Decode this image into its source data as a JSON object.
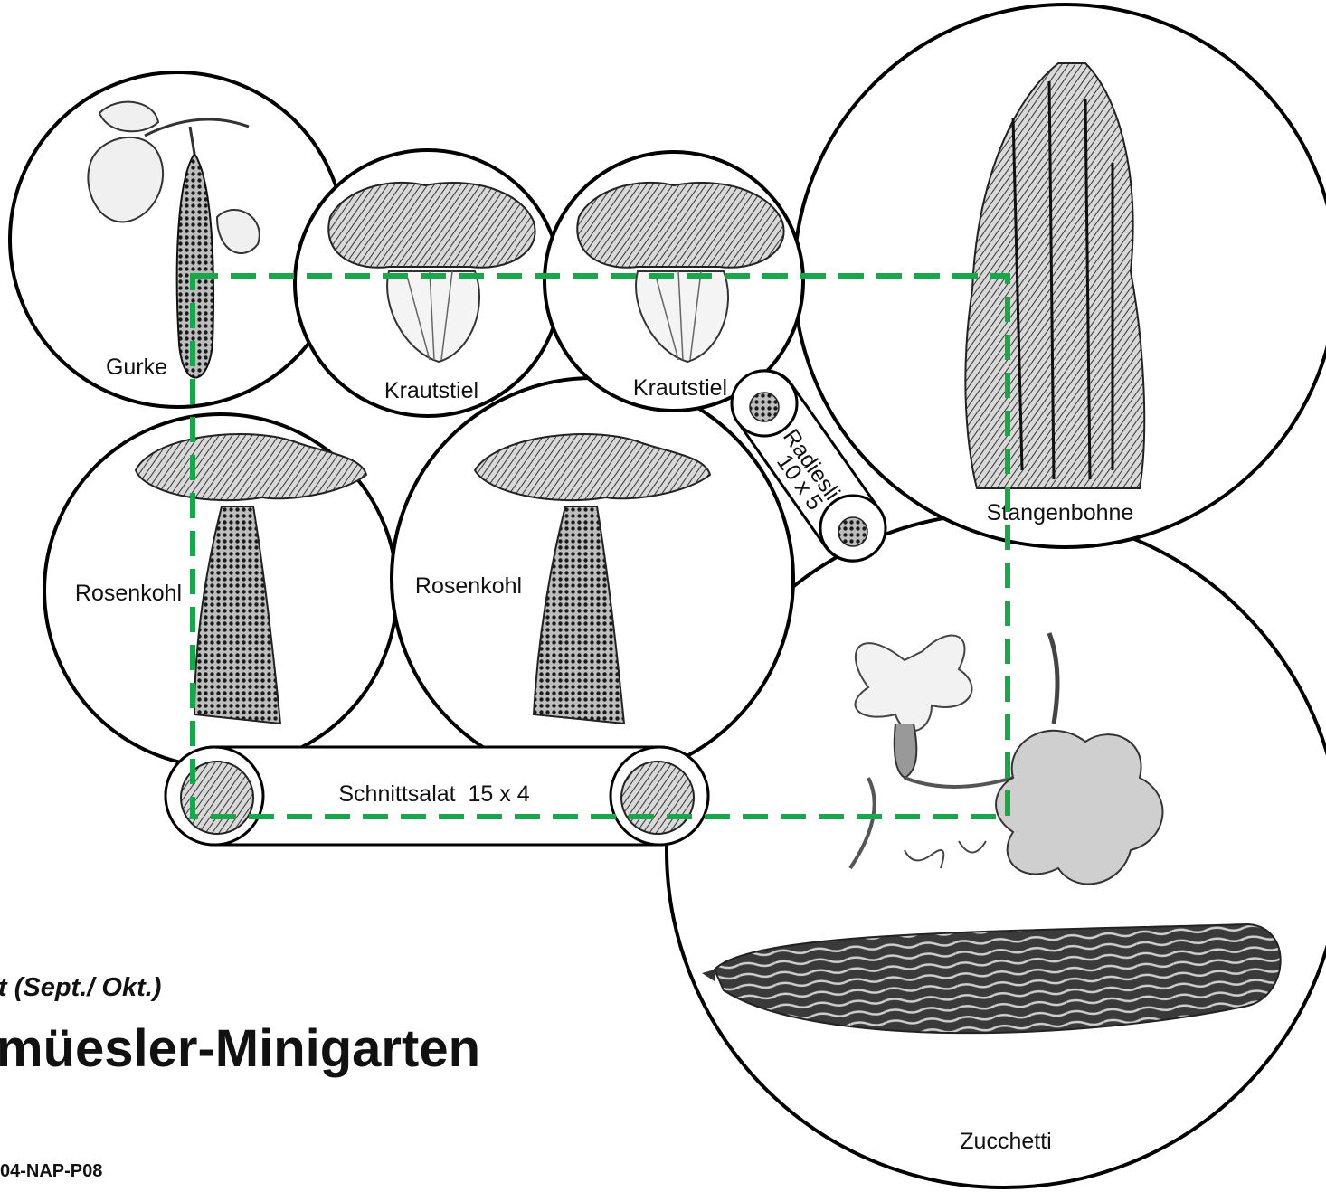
{
  "plan": {
    "subtitle": "t (Sept./ Okt.)",
    "title": "müesler-Minigarten",
    "code": "04-NAP-P08"
  },
  "plants": {
    "gurke": "Gurke",
    "krautstiel_1": "Krautstiel",
    "krautstiel_2": "Krautstiel",
    "stangenbohne": "Stangenbohne",
    "rosenkohl_1": "Rosenkohl",
    "rosenkohl_2": "Rosenkohl",
    "radiesli_name": "Radiesli",
    "radiesli_spacing": "10 x 5",
    "schnittsalat": "Schnittsalat  15 x 4",
    "zucchetti": "Zucchetti"
  },
  "colors": {
    "bed_outline": "#1aa64a",
    "circle_stroke": "#000000"
  },
  "icons": {
    "gurke": "cucumber-illustration",
    "krautstiel": "chard-illustration",
    "stangenbohne": "pole-bean-illustration",
    "rosenkohl": "brussels-sprout-illustration",
    "radiesli": "radish-illustration",
    "schnittsalat": "lettuce-illustration",
    "zucchetti": "zucchini-illustration"
  }
}
